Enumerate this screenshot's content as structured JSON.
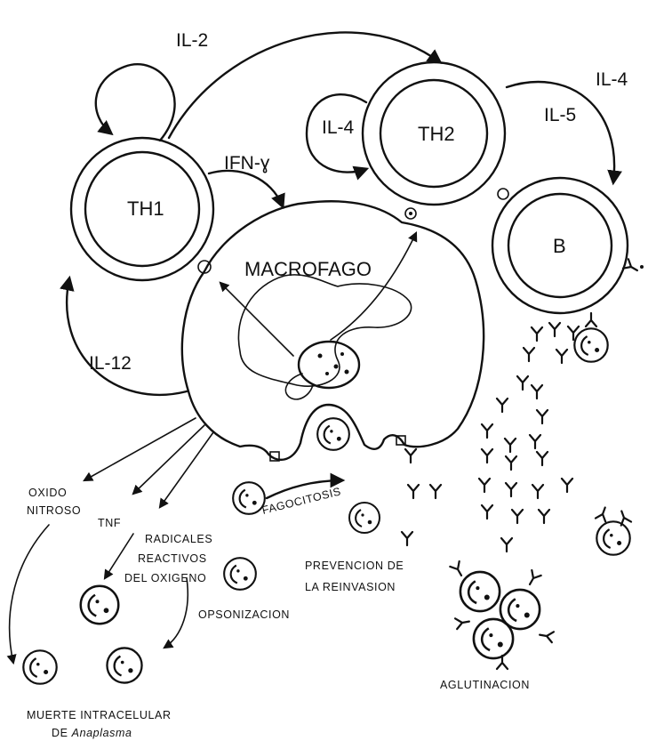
{
  "cells": {
    "th1": "TH1",
    "th2": "TH2",
    "b": "B",
    "macrophage": "MACROFAGO"
  },
  "cytokines": {
    "il2": "IL-2",
    "ifn_gamma": "IFN-ɣ",
    "il4_th2": "IL-4",
    "il4_b": "IL-4",
    "il5": "IL-5",
    "il12": "IL-12"
  },
  "effects": {
    "oxido_line1": "OXIDO",
    "oxido_line2": "NITROSO",
    "tnf": "TNF",
    "radicales_line1": "RADICALES",
    "radicales_line2": "REACTIVOS",
    "radicales_line3": "DEL OXIGENO",
    "fagocitosis": "FAGOCITOSIS",
    "prevencion_line1": "PREVENCION DE",
    "prevencion_line2": "LA REINVASION",
    "opsonizacion": "OPSONIZACION",
    "aglutinacion": "AGLUTINACION",
    "muerte_line1": "MUERTE INTRACELULAR",
    "muerte_line2_prefix": "DE ",
    "muerte_line2_italic": "Anaplasma"
  }
}
